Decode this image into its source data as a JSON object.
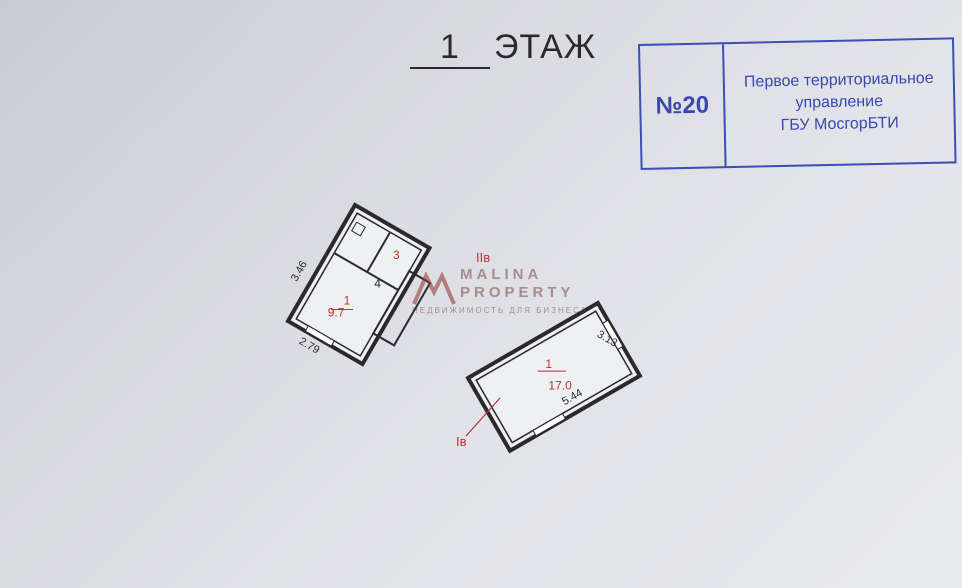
{
  "header": {
    "floor_number": "1",
    "floor_label": "ЭТАЖ"
  },
  "stamp": {
    "number": "№20",
    "line1": "Первое территориальное",
    "line2": "управление",
    "line3": "ГБУ МосгорБТИ"
  },
  "plan_a": {
    "room3_label": "3",
    "room4_label": "4",
    "room1_number": "1",
    "room1_area": "9.7",
    "dim_side": "3.46",
    "dim_bottom": "2.79",
    "section_label": "IIв"
  },
  "plan_b": {
    "room1_number": "1",
    "room1_area": "17.0",
    "dim_side": "3.13",
    "dim_bottom": "5.44",
    "section_label": "Iв"
  },
  "watermark": {
    "line1": "MALINA",
    "line2": "PROPERTY",
    "line3": "НЕДВИЖИМОСТЬ ДЛЯ БИЗНЕСА"
  },
  "colors": {
    "ink": "#2a2a2e",
    "stamp_blue": "#3a4fb8",
    "red_annotation": "#b8342c"
  }
}
